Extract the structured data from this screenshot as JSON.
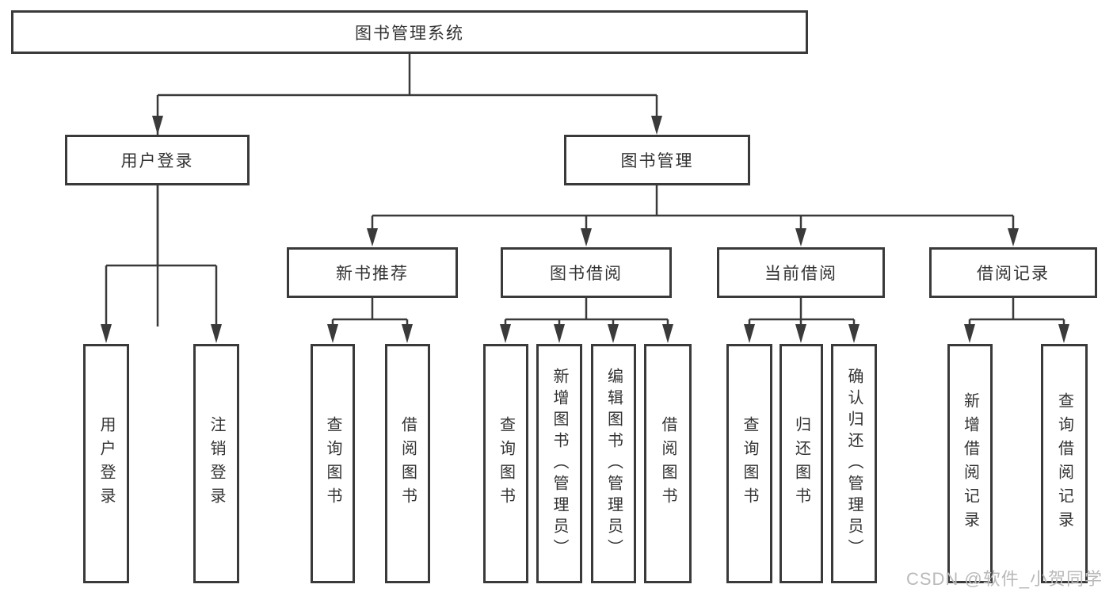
{
  "tree": {
    "root": "图书管理系统",
    "children": [
      {
        "label": "用户登录",
        "children": [
          {
            "label": "用户登录"
          },
          {
            "label": "注销登录"
          }
        ]
      },
      {
        "label": "图书管理",
        "children": [
          {
            "label": "新书推荐",
            "children": [
              {
                "label": "查询图书"
              },
              {
                "label": "借阅图书"
              }
            ]
          },
          {
            "label": "图书借阅",
            "children": [
              {
                "label": "查询图书"
              },
              {
                "label": "新增图书（管理员）"
              },
              {
                "label": "编辑图书（管理员）"
              },
              {
                "label": "借阅图书"
              }
            ]
          },
          {
            "label": "当前借阅",
            "children": [
              {
                "label": "查询图书"
              },
              {
                "label": "归还图书"
              },
              {
                "label": "确认归还（管理员）"
              }
            ]
          },
          {
            "label": "借阅记录",
            "children": [
              {
                "label": "新增借阅记录"
              },
              {
                "label": "查询借阅记录"
              }
            ]
          }
        ]
      }
    ]
  },
  "watermark": "CSDN @软件_小贺同学",
  "colors": {
    "line": "#3a3a3a",
    "box_border": "#3a3a3a",
    "text": "#333333",
    "background": "#ffffff",
    "watermark": "#b9b9b9"
  }
}
